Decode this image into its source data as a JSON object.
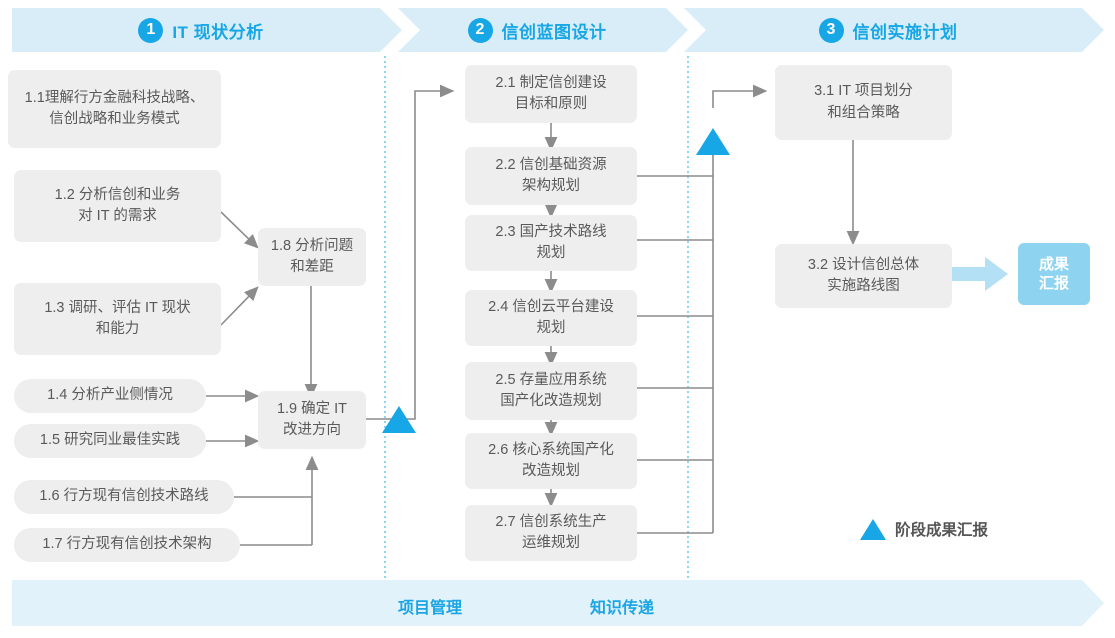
{
  "header": {
    "phases": [
      {
        "num": "1",
        "title": "IT 现状分析"
      },
      {
        "num": "2",
        "title": "信创蓝图设计"
      },
      {
        "num": "3",
        "title": "信创实施计划"
      }
    ]
  },
  "boxes": {
    "b11": "1.1理解行方金融科技战略、\n信创战略和业务模式",
    "b12": "1.2 分析信创和业务\n对 IT 的需求",
    "b13": "1.3 调研、评估 IT 现状\n和能力",
    "b14": "1.4 分析产业侧情况",
    "b15": "1.5 研究同业最佳实践",
    "b16": "1.6 行方现有信创技术路线",
    "b17": "1.7 行方现有信创技术架构",
    "b18": "1.8 分析问题\n和差距",
    "b19": "1.9 确定 IT\n改进方向",
    "b21": "2.1 制定信创建设\n目标和原则",
    "b22": "2.2 信创基础资源\n架构规划",
    "b23": "2.3 国产技术路线\n规划",
    "b24": "2.4 信创云平台建设\n规划",
    "b25": "2.5 存量应用系统\n国产化改造规划",
    "b26": "2.6 核心系统国产化\n改造规划",
    "b27": "2.7 信创系统生产\n运维规划",
    "b31": "3.1 IT 项目划分\n和组合策略",
    "b32": "3.2 设计信创总体\n实施路线图"
  },
  "badge": {
    "label": "成果\n汇报"
  },
  "legend": {
    "label": "阶段成果汇报"
  },
  "bottom": {
    "labels": [
      "项目管理",
      "知识传递"
    ]
  },
  "colors": {
    "accent": "#17a6e6",
    "band": "#d9edf8",
    "bottom_band": "#e2f2fb",
    "box_fill": "#eeeeee",
    "box_text": "#5a5a5a",
    "badge_fill": "#8ed3ef",
    "wire": "#8c8c8c",
    "divider": "#5ec4ea"
  }
}
